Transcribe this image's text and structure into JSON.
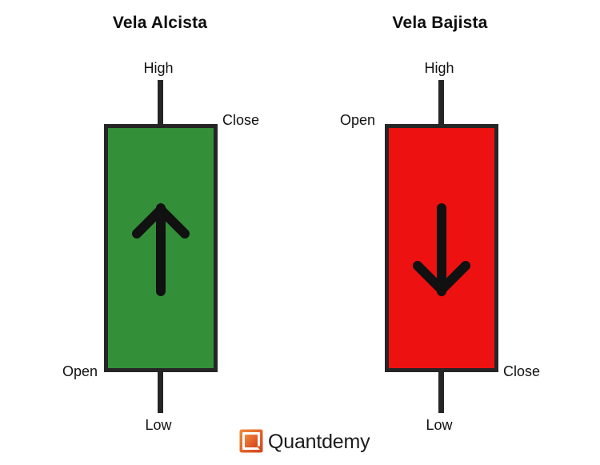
{
  "background_color": "#ffffff",
  "panels": [
    {
      "id": "bullish",
      "title": "Vela Alcista",
      "body_color": "#339039",
      "outline_color": "#252525",
      "arrow": "arrow-up-icon",
      "labels": {
        "high": "High",
        "close": "Close",
        "open": "Open",
        "low": "Low"
      }
    },
    {
      "id": "bearish",
      "title": "Vela Bajista",
      "body_color": "#ed1111",
      "outline_color": "#252525",
      "arrow": "arrow-down-icon",
      "labels": {
        "high": "High",
        "open": "Open",
        "close": "Close",
        "low": "Low"
      }
    }
  ],
  "logo": {
    "icon": "quantdemy-logo-icon",
    "text": "Quantdemy",
    "color_start": "#e8643c",
    "color_end": "#d2551f"
  }
}
